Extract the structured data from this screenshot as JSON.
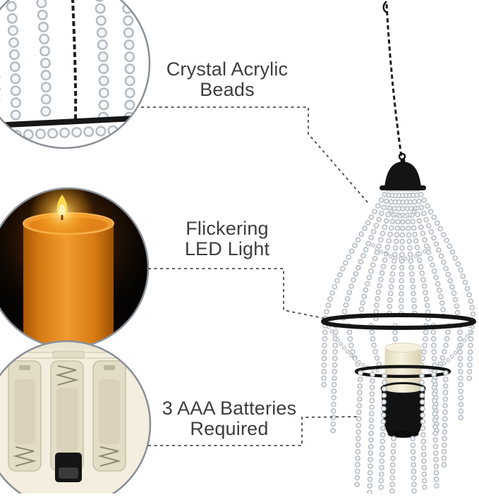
{
  "callouts": [
    {
      "id": "beads",
      "label": "Crystal Acrylic\nBeads"
    },
    {
      "id": "led",
      "label": "Flickering\nLED Light"
    },
    {
      "id": "batteries",
      "label": "3 AAA Batteries\nRequired"
    }
  ],
  "colors": {
    "background": "#ffffff",
    "label_text": "#3d3d3d",
    "leader_line": "#4a4a4a",
    "callout_ring": "#8a9097",
    "frame_black": "#141414",
    "bead_rim": "#b4bbc2",
    "bead_fill": "#f5f7f9",
    "led_candle_orange": "#e8922a",
    "flame_yellow": "#ffd84f",
    "pillar_candle_cream": "#f2ecd6",
    "battery_panel_cream": "#efe9d7"
  }
}
